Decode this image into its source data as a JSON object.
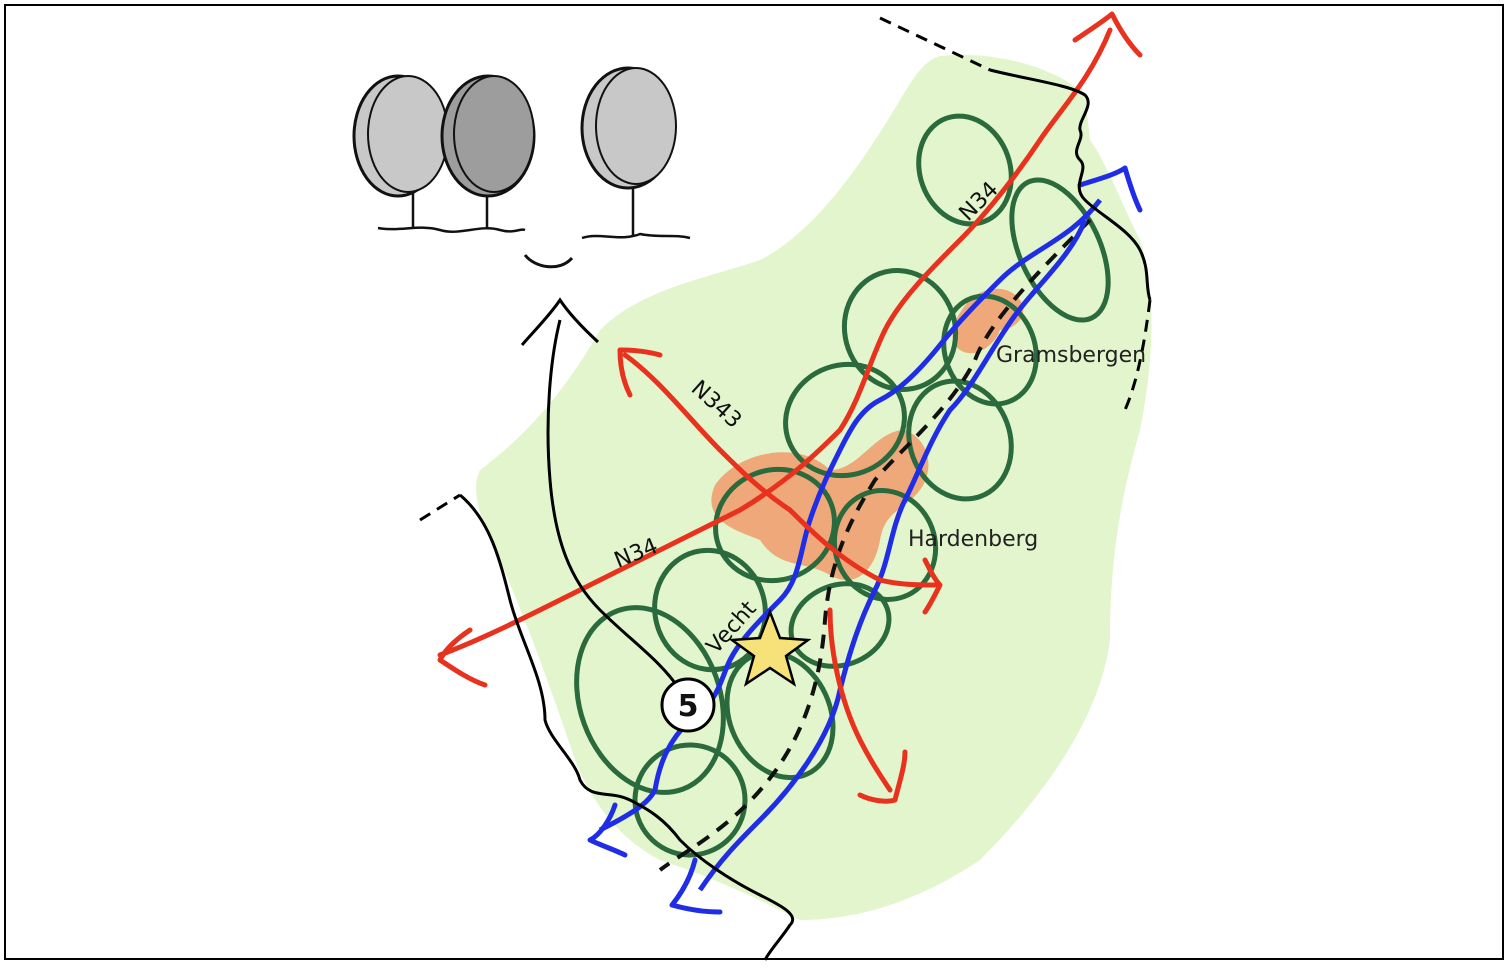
{
  "labels": {
    "road_n34_south": "N34",
    "road_n34_north": "N34",
    "road_n343": "N343",
    "river": "Vecht",
    "town_north": "Gramsbergen",
    "town_south": "Hardenberg",
    "viewpoint_number": "5"
  },
  "colors": {
    "land": "#e2f5cc",
    "road": "#e8321e",
    "river": "#1f2ee6",
    "meander_loops": "#2a6a3c",
    "built_up": "#f0a070",
    "border": "#000000",
    "star": "#f7e27a",
    "tree_light": "#c8c8c8",
    "tree_dark": "#9d9d9d"
  },
  "icons": {
    "viewpoint": "star-icon",
    "landscape_section": "trees-icon"
  }
}
